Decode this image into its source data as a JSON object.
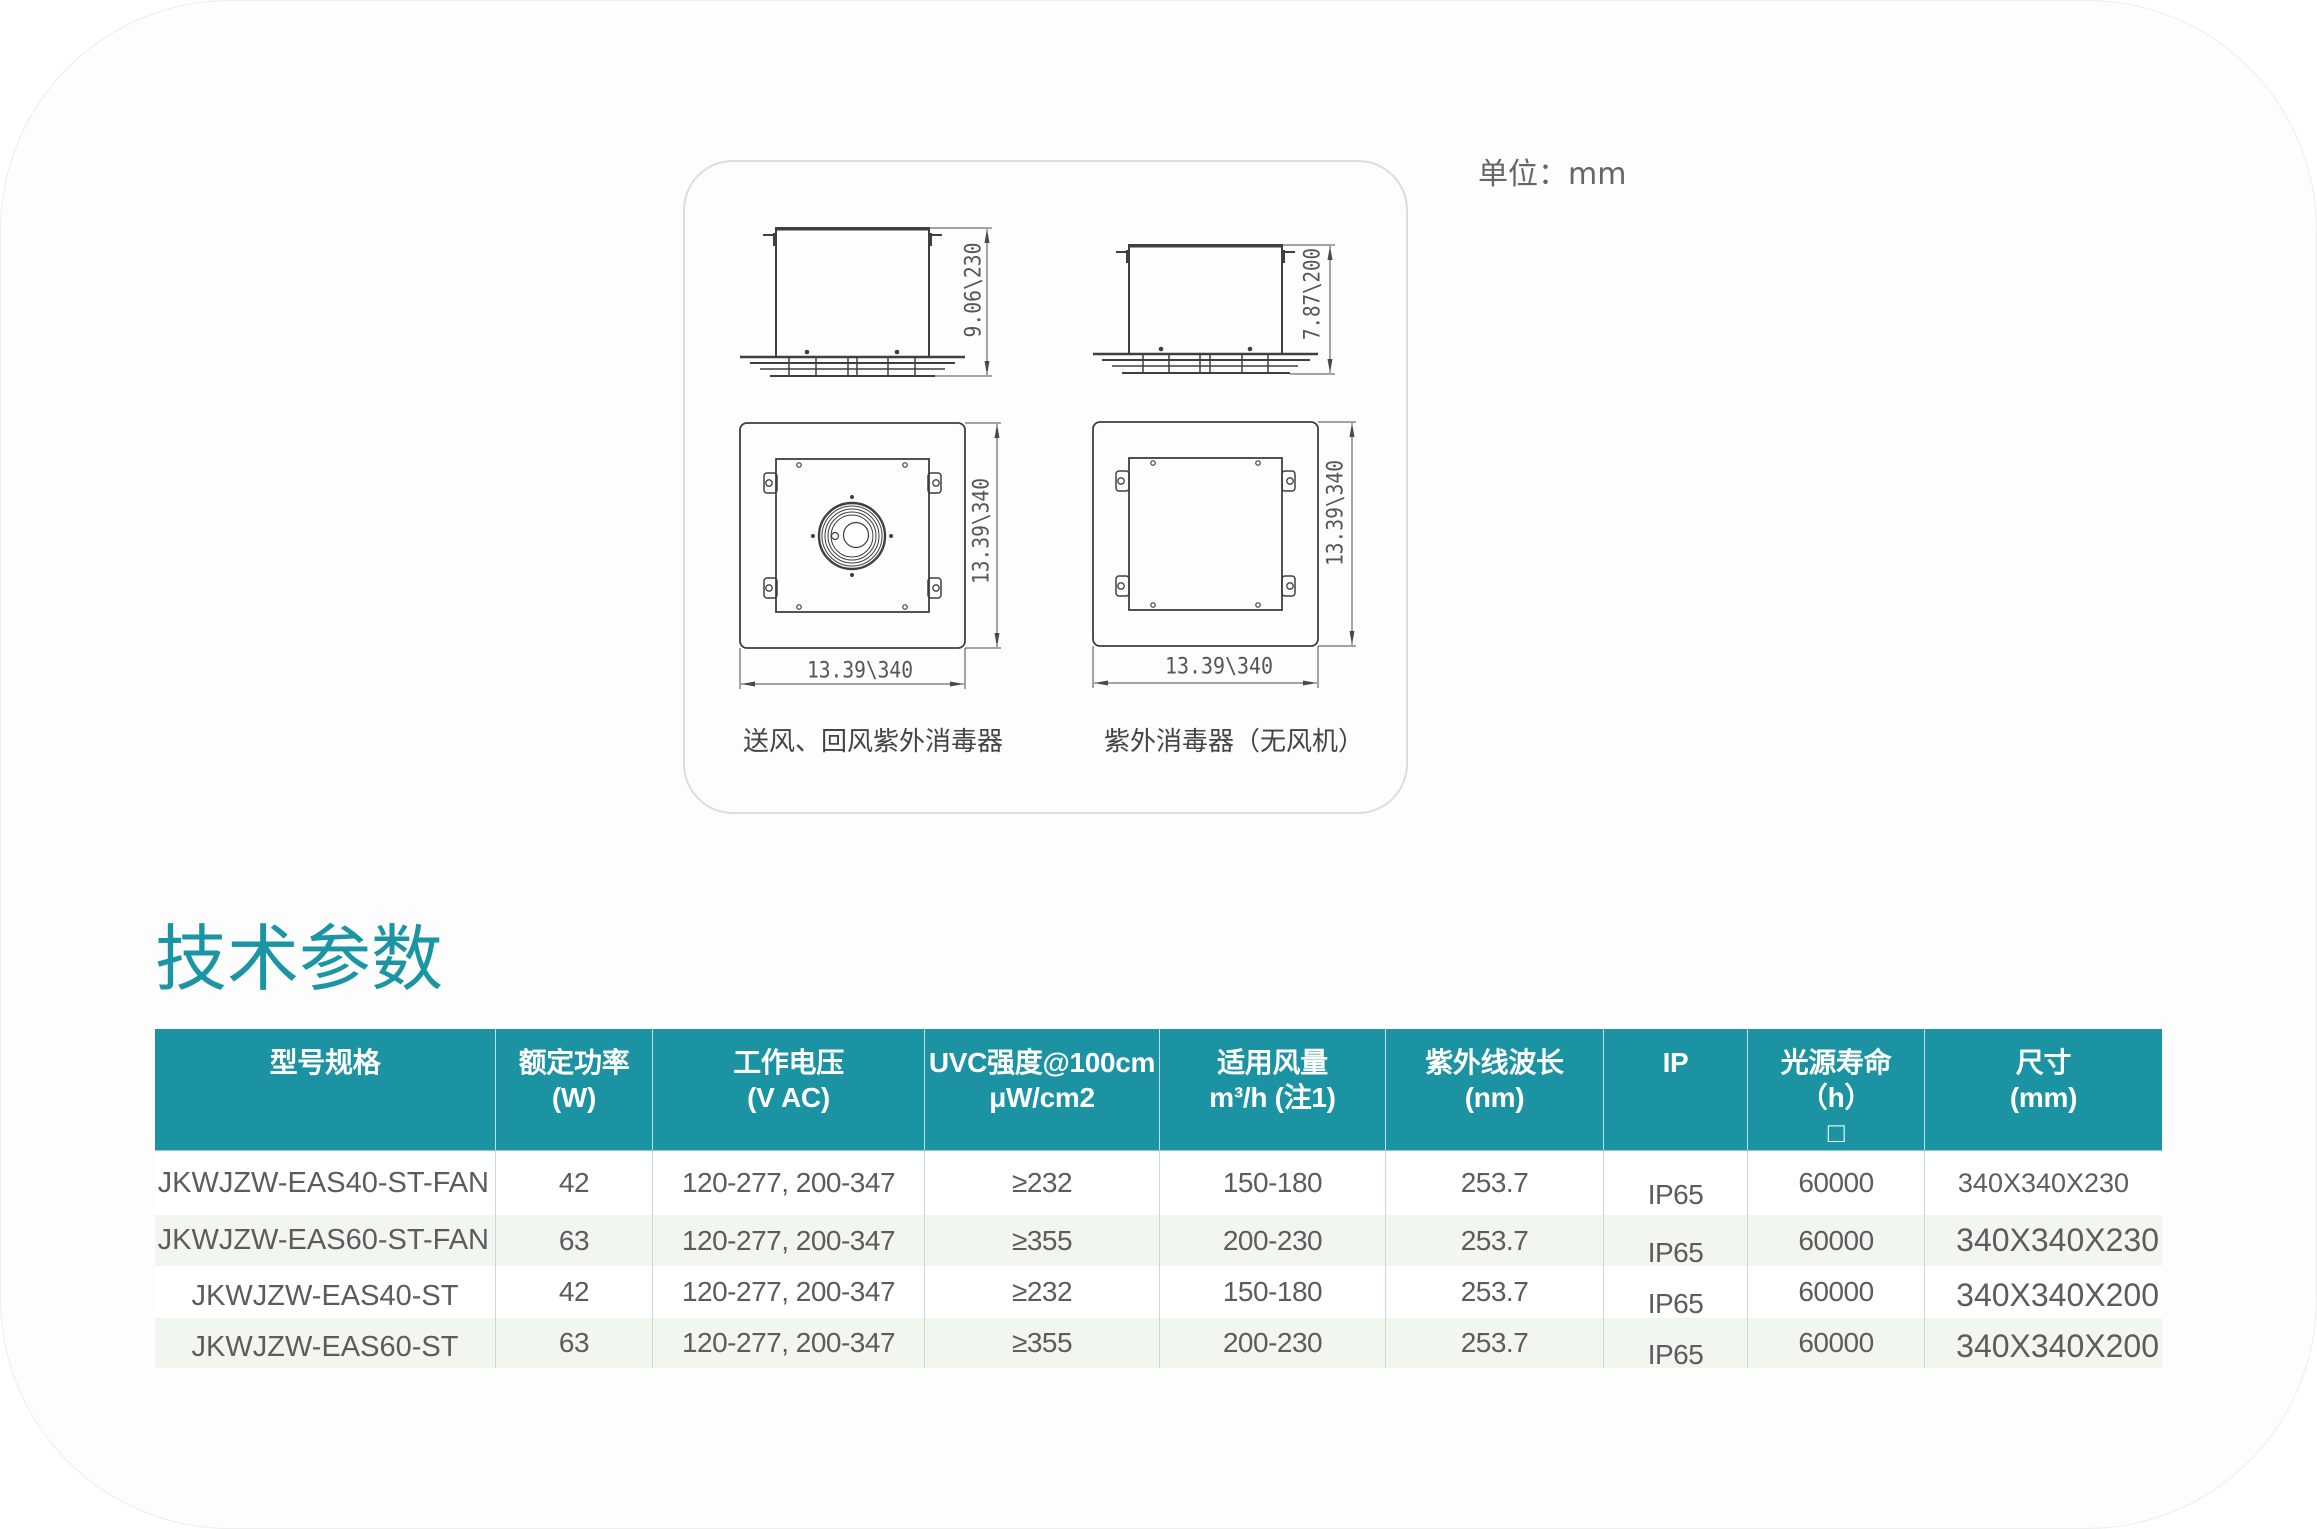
{
  "drawings": {
    "unit_label": "单位：mm",
    "products": [
      {
        "caption": "送风、回风紫外消毒器",
        "side_height_label": "9.06\\230",
        "plan_depth_label": "13.39\\340",
        "plan_width_label": "13.39\\340"
      },
      {
        "caption": "紫外消毒器（无风机）",
        "side_height_label": "7.87\\200",
        "plan_depth_label": "13.39\\340",
        "plan_width_label": "13.39\\340"
      }
    ]
  },
  "section_title": "技术参数",
  "table": {
    "headers": [
      {
        "line1": "型号规格"
      },
      {
        "line1": "额定功率",
        "line2": "(W)"
      },
      {
        "line1": "工作电压",
        "line2": "(V AC)"
      },
      {
        "line1": "UVC强度@100cm",
        "line2": "μW/cm2"
      },
      {
        "line1": "适用风量",
        "line2": "m³/h (注1)"
      },
      {
        "line1": "紫外线波长",
        "line2": "(nm)"
      },
      {
        "line1": "IP"
      },
      {
        "line1": "光源寿命",
        "line2": "（h）",
        "line3": "□"
      },
      {
        "line1": "尺寸",
        "line2": "(mm)"
      }
    ],
    "rows": [
      [
        "JKWJZW-EAS40-ST-FAN",
        "42",
        "120-277, 200-347",
        "≥232",
        "150-180",
        "253.7",
        "IP65",
        "60000",
        "340X340X230"
      ],
      [
        "JKWJZW-EAS60-ST-FAN",
        "63",
        "120-277, 200-347",
        "≥355",
        "200-230",
        "253.7",
        "IP65",
        "60000",
        "340X340X230"
      ],
      [
        "JKWJZW-EAS40-ST",
        "42",
        "120-277, 200-347",
        "≥232",
        "150-180",
        "253.7",
        "IP65",
        "60000",
        "340X340X200"
      ],
      [
        "JKWJZW-EAS60-ST",
        "63",
        "120-277, 200-347",
        "≥355",
        "200-230",
        "253.7",
        "IP65",
        "60000",
        "340X340X200"
      ]
    ]
  },
  "colors": {
    "accent": "#1b93a2",
    "title": "#1b94a3",
    "header_text": "#ffffff",
    "body_text": "#5c5c5c",
    "stripe_row": "#f1f6ef",
    "panel_border": "#d5e0e0"
  }
}
